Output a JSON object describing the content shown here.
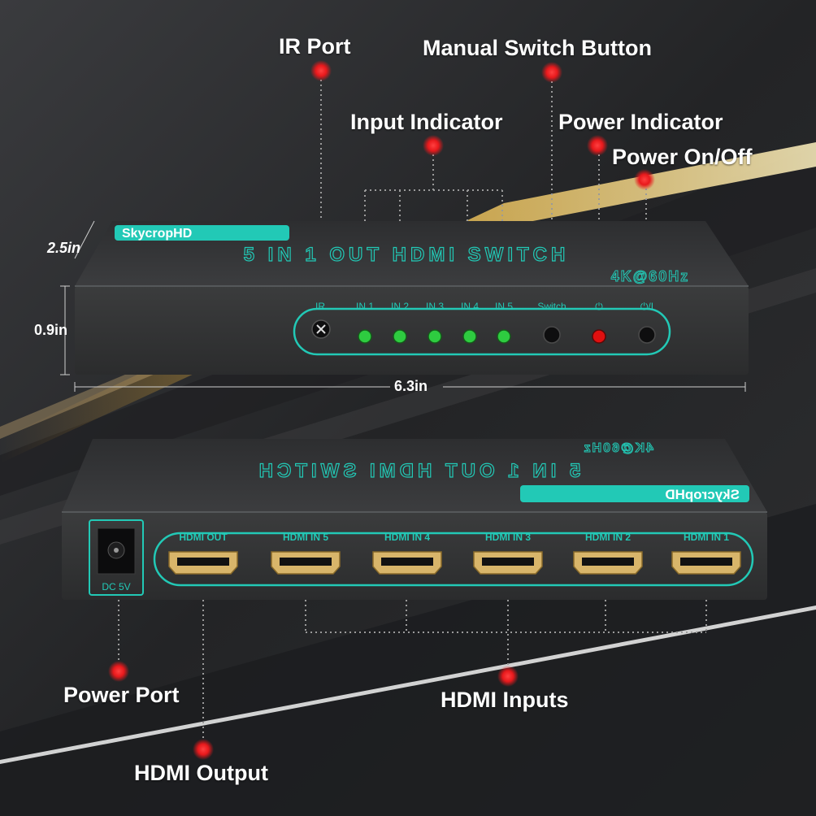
{
  "callouts": {
    "ir_port": "IR Port",
    "manual_switch": "Manual Switch Button",
    "input_indicator": "Input Indicator",
    "power_indicator": "Power Indicator",
    "power_onoff": "Power On/Off",
    "power_port": "Power Port",
    "hdmi_inputs": "HDMI Inputs",
    "hdmi_output": "HDMI Output"
  },
  "dimensions": {
    "depth": "2.5in",
    "height": "0.9in",
    "width": "6.3in"
  },
  "front": {
    "brand": "SkycropHD",
    "title": "5 IN 1 OUT HDMI SWITCH",
    "resolution": "4K@60Hz",
    "labels": {
      "ir": "IR",
      "in1": "IN 1",
      "in2": "IN 2",
      "in3": "IN 3",
      "in4": "IN 4",
      "in5": "IN 5",
      "switch": "Switch",
      "power_symbol": "⏻",
      "power_onoff": "⏻/I"
    }
  },
  "back": {
    "dc": "DC 5V",
    "ports": [
      "HDMI OUT",
      "HDMI IN 5",
      "HDMI IN 4",
      "HDMI IN 3",
      "HDMI IN 2",
      "HDMI IN 1"
    ]
  },
  "colors": {
    "accent": "#22c9b6",
    "led_green": "#2ecc40",
    "led_red": "#e01010",
    "callout_dot": "#e8191c"
  }
}
